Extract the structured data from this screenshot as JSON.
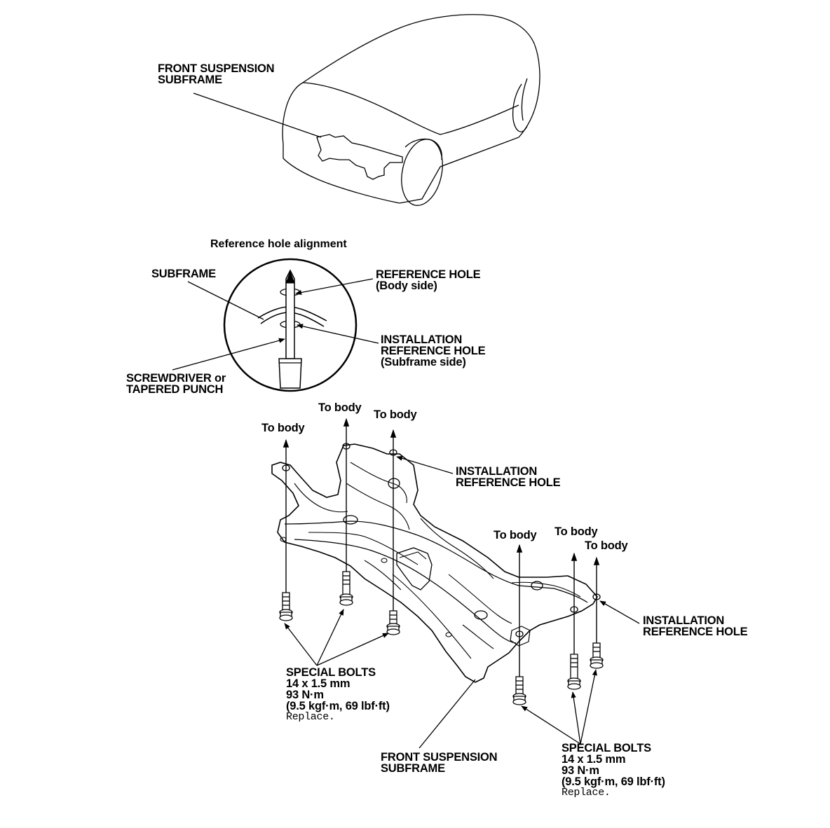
{
  "car_view": {
    "subframe_label": [
      "FRONT SUSPENSION",
      "SUBFRAME"
    ]
  },
  "detail_view": {
    "title": "Reference hole alignment",
    "subframe": "SUBFRAME",
    "reference_hole": [
      "REFERENCE HOLE",
      "(Body side)"
    ],
    "installation_reference_hole": [
      "INSTALLATION",
      "REFERENCE HOLE",
      "(Subframe side)"
    ],
    "screwdriver": [
      "SCREWDRIVER or",
      "TAPERED PUNCH"
    ]
  },
  "exploded_view": {
    "to_body": "To body",
    "installation_reference_hole_top": [
      "INSTALLATION",
      "REFERENCE HOLE"
    ],
    "installation_reference_hole_right": [
      "INSTALLATION",
      "REFERENCE HOLE"
    ],
    "subframe_label": [
      "FRONT SUSPENSION",
      "SUBFRAME"
    ],
    "bolts_left": {
      "name": "SPECIAL BOLTS",
      "size": "14 x 1.5 mm",
      "torque": "93 N·m",
      "torque_alt": "(9.5 kgf·m, 69 lbf·ft)",
      "note": "Replace."
    },
    "bolts_right": {
      "name": "SPECIAL BOLTS",
      "size": "14 x 1.5 mm",
      "torque": "93 N·m",
      "torque_alt": "(9.5 kgf·m, 69 lbf·ft)",
      "note": "Replace."
    }
  }
}
